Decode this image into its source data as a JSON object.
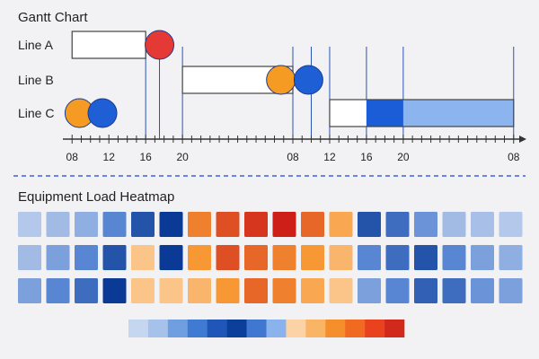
{
  "chart_data": [
    {
      "type": "gantt",
      "title": "Gantt Chart",
      "time_axis": {
        "tick_labels": [
          "08",
          "12",
          "16",
          "20",
          "08",
          "12",
          "16",
          "20",
          "08"
        ],
        "tick_hours": [
          0,
          4,
          8,
          12,
          24,
          28,
          32,
          36,
          48
        ],
        "range_hours": [
          -1,
          49
        ],
        "minor_tick_step_hours": 1
      },
      "lanes": [
        {
          "name": "Line A",
          "bars": [
            {
              "start": 0,
              "end": 8,
              "segments": [
                {
                  "start": 0,
                  "end": 8,
                  "color": "#ffffff"
                }
              ]
            }
          ],
          "events": [
            {
              "time": 9.5,
              "color": "#e53935"
            }
          ]
        },
        {
          "name": "Line B",
          "bars": [
            {
              "start": 12,
              "end": 24,
              "segments": [
                {
                  "start": 12,
                  "end": 24,
                  "color": "#ffffff"
                }
              ]
            }
          ],
          "events": [
            {
              "time": 22.7,
              "color": "#f59a23"
            },
            {
              "time": 25.7,
              "color": "#1f5fd6"
            }
          ]
        },
        {
          "name": "Line C",
          "bars": [
            {
              "start": 28,
              "end": 48,
              "segments": [
                {
                  "start": 28,
                  "end": 32,
                  "color": "#ffffff"
                },
                {
                  "start": 32,
                  "end": 36,
                  "color": "#1a5dd6"
                },
                {
                  "start": 36,
                  "end": 48,
                  "color": "#8cb4ef"
                }
              ]
            }
          ],
          "events": [
            {
              "time": 0.8,
              "color": "#f59a23"
            },
            {
              "time": 3.3,
              "color": "#1f5fd6"
            }
          ]
        }
      ],
      "marker_lines_hours": [
        8,
        9.5,
        12,
        24,
        26,
        28,
        32,
        36,
        48
      ]
    },
    {
      "type": "heatmap",
      "title": "Equipment Load Heatmap",
      "rows": 3,
      "cols": 18,
      "values": [
        [
          0.15,
          0.2,
          0.25,
          0.4,
          0.6,
          0.7,
          1.0,
          1.1,
          1.15,
          1.2,
          1.05,
          0.9,
          0.6,
          0.5,
          0.35,
          0.2,
          0.18,
          0.15
        ],
        [
          0.2,
          0.3,
          0.4,
          0.6,
          0.75,
          0.7,
          0.95,
          1.1,
          1.05,
          1.0,
          0.95,
          0.85,
          0.4,
          0.5,
          0.6,
          0.4,
          0.3,
          0.25
        ],
        [
          0.3,
          0.4,
          0.5,
          0.7,
          0.8,
          0.75,
          0.85,
          0.95,
          1.05,
          1.0,
          0.9,
          0.8,
          0.3,
          0.4,
          0.55,
          0.5,
          0.35,
          0.3
        ]
      ],
      "colorbar": {
        "colors": [
          "#c4d6f0",
          "#a6c1ea",
          "#6f9fe0",
          "#3f7bd3",
          "#1f56b8",
          "#0b3f9a",
          "#4077d0",
          "#8ab2ec",
          "#fbd3a6",
          "#f9b466",
          "#f58f2b",
          "#f16a22",
          "#e8421e",
          "#d12a1c"
        ]
      }
    }
  ],
  "colors": {
    "background": "#f2f2f4",
    "axis": "#333333",
    "marker_line": "#2b52b3",
    "divider": "#3a63d6",
    "bar_border": "#444444"
  }
}
